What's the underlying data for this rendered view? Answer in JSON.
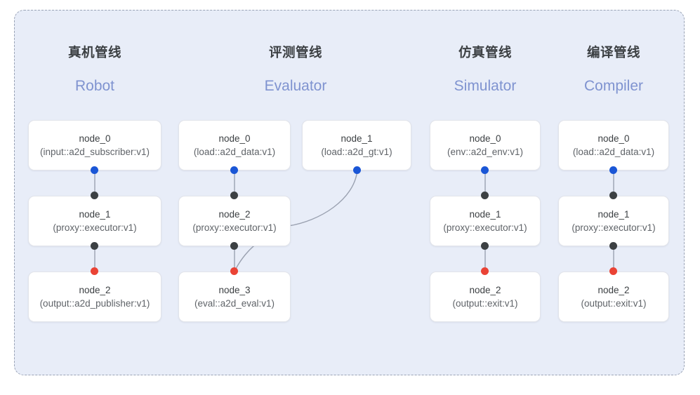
{
  "diagram": {
    "background": "#e8edf8",
    "frame_border_color": "#9aa3b5",
    "port_colors": {
      "input": "#1a56d6",
      "middle": "#3c4043",
      "output": "#ea4335"
    },
    "edge_color": "#9aa1b0"
  },
  "columns": [
    {
      "id": "robot",
      "heading_cn": "真机管线",
      "heading_en": "Robot",
      "nodes": [
        {
          "title": "node_0",
          "subtitle": "(input::a2d_subscriber:v1)"
        },
        {
          "title": "node_1",
          "subtitle": "(proxy::executor:v1)"
        },
        {
          "title": "node_2",
          "subtitle": "(output::a2d_publisher:v1)"
        }
      ]
    },
    {
      "id": "evaluator",
      "heading_cn": "评测管线",
      "heading_en": "Evaluator",
      "nodes": [
        {
          "title": "node_0",
          "subtitle": "(load::a2d_data:v1)"
        },
        {
          "title": "node_1",
          "subtitle": "(load::a2d_gt:v1)"
        },
        {
          "title": "node_2",
          "subtitle": "(proxy::executor:v1)"
        },
        {
          "title": "node_3",
          "subtitle": "(eval::a2d_eval:v1)"
        }
      ]
    },
    {
      "id": "simulator",
      "heading_cn": "仿真管线",
      "heading_en": "Simulator",
      "nodes": [
        {
          "title": "node_0",
          "subtitle": "(env::a2d_env:v1)"
        },
        {
          "title": "node_1",
          "subtitle": "(proxy::executor:v1)"
        },
        {
          "title": "node_2",
          "subtitle": "(output::exit:v1)"
        }
      ]
    },
    {
      "id": "compiler",
      "heading_cn": "编译管线",
      "heading_en": "Compiler",
      "nodes": [
        {
          "title": "node_0",
          "subtitle": "(load::a2d_data:v1)"
        },
        {
          "title": "node_1",
          "subtitle": "(proxy::executor:v1)"
        },
        {
          "title": "node_2",
          "subtitle": "(output::exit:v1)"
        }
      ]
    }
  ]
}
